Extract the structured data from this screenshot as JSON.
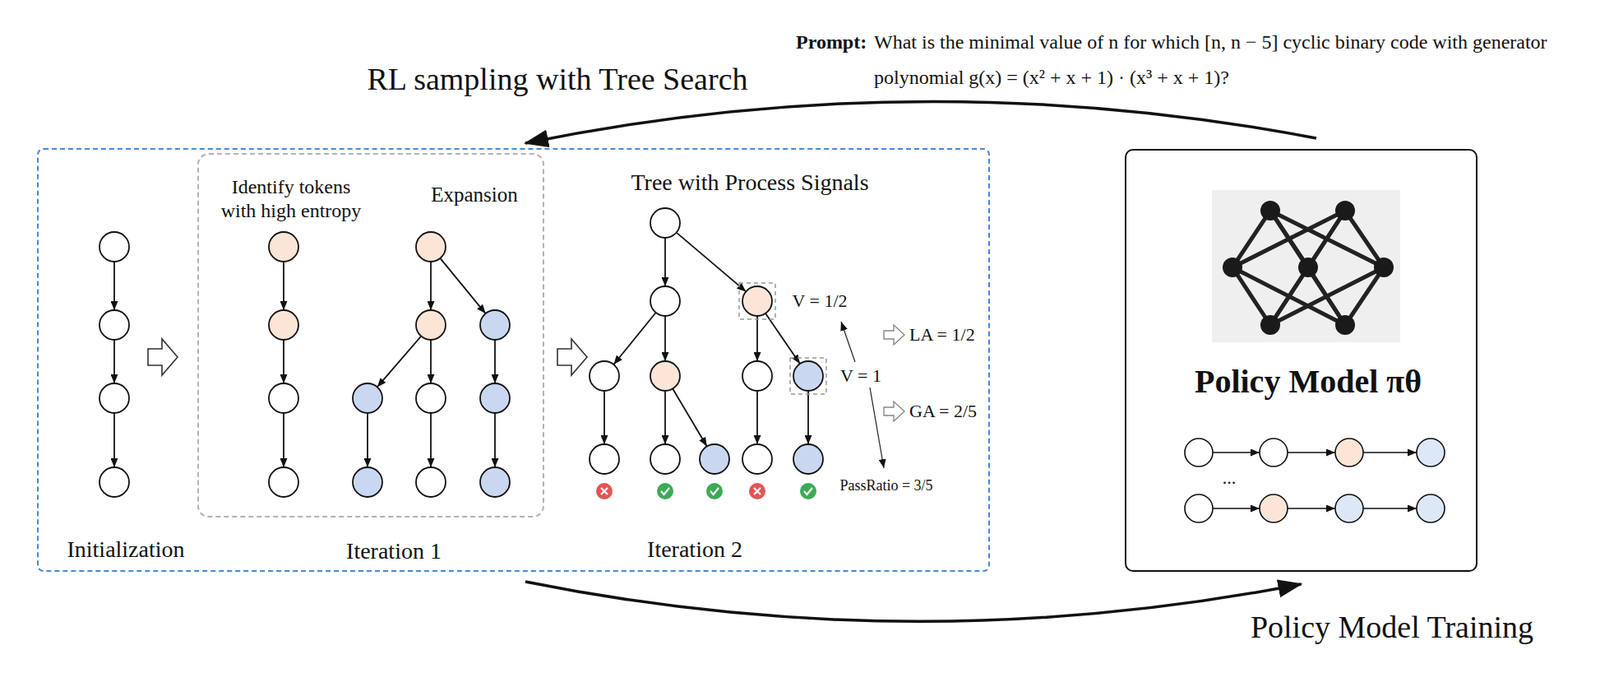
{
  "diagram": {
    "nodes": [
      {
        "text": [
          "Initialization",
          "Tree with Process Signals",
          "Iteration 2"
        ]
      },
      {
        "text": [
          "Identify tokens with high entropy",
          "Expansion",
          "Iteration 1"
        ],
        "in": 0
      },
      {
        "text": [
          "Policy Model πθ"
        ]
      }
    ],
    "edges": [
      {
        "from": 2,
        "to": 0,
        "arrow": "to",
        "label": "RL sampling with Tree Search"
      },
      {
        "from": 0,
        "to": 2,
        "arrow": "to",
        "label": "Policy Model Training"
      }
    ],
    "labels": [
      "Prompt:",
      "What is the minimal value of n for which [n, n − 5] cyclic binary code with generator polynomial g(x) = (x² + x + 1) · (x³ + x + 1)?",
      "V = 1/2",
      "LA = 1/2",
      "V = 1",
      "GA = 2/5",
      "PassRatio = 3/5",
      "..."
    ]
  }
}
